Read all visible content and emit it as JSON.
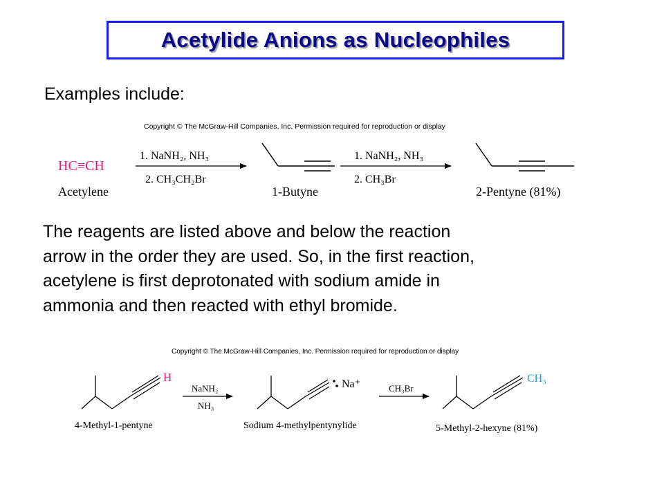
{
  "title": "Acetylide Anions as Nucleophiles",
  "intro": "Examples include:",
  "colors": {
    "title_border": "#1a1aff",
    "title_text": "#0a0a8a",
    "acetylene": "#e8177a",
    "hydrogen": "#e8177a",
    "methyl": "#1a9bd7"
  },
  "scheme1": {
    "copyright": "Copyright © The McGraw-Hill Companies, Inc. Permission required for reproduction or display",
    "acetylene_formula": "HC≡CH",
    "acetylene_label": "Acetylene",
    "arrow1_top": "1.  NaNH₂, NH₃",
    "arrow1_bottom": "2.  CH₃CH₂Br",
    "butyne_label": "1-Butyne",
    "arrow2_top": "1.  NaNH₂, NH₃",
    "arrow2_bottom": "2.  CH₃Br",
    "pentyne_label": "2-Pentyne (81%)"
  },
  "paragraph": [
    "The reagents are listed above and below the reaction",
    "arrow in the order they are used.  So, in the first reaction,",
    "acetylene is first deprotonated with sodium amide in",
    "ammonia and then reacted with ethyl bromide."
  ],
  "scheme2": {
    "copyright": "Copyright © The McGraw-Hill Companies, Inc. Permission required for reproduction or display",
    "h_atom": "H",
    "label1": "4-Methyl-1-pentyne",
    "arrow1_top": "NaNH₂",
    "arrow1_bottom": "NH₃",
    "na_ion": "Na⁺",
    "label2": "Sodium 4-methylpentynylide",
    "arrow2_top": "CH₃Br",
    "methyl_group": "CH₃",
    "label3": "5-Methyl-2-hexyne (81%)"
  }
}
